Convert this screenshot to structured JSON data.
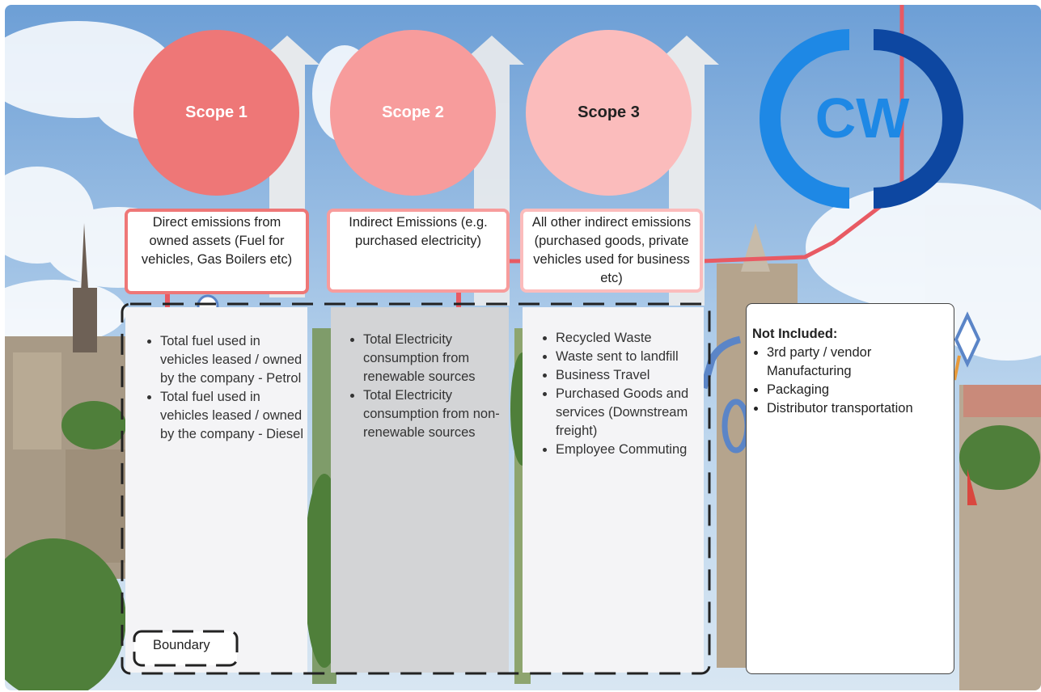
{
  "scopes": [
    {
      "title": "Scope 1",
      "description": "Direct emissions from owned assets (Fuel for vehicles, Gas Boilers etc)",
      "items": [
        "Total fuel used in vehicles leased / owned by the company - Petrol",
        "Total fuel used in vehicles leased / owned by the company - Diesel"
      ],
      "circle_color": "#ee7777",
      "title_color": "#ffffff"
    },
    {
      "title": "Scope 2",
      "description": "Indirect Emissions (e.g. purchased electricity)",
      "items": [
        "Total Electricity consumption from renewable sources",
        "Total Electricity consumption from non-renewable sources"
      ],
      "circle_color": "#f79c9c",
      "title_color": "#ffffff"
    },
    {
      "title": "Scope 3",
      "description": "All other indirect emissions (purchased goods, private vehicles used for business etc)",
      "items": [
        "Recycled Waste",
        "Waste sent to landfill",
        "Business Travel",
        "Purchased Goods and services (Downstream freight)",
        "Employee Commuting"
      ],
      "circle_color": "#fbbcbc",
      "title_color": "#222222"
    }
  ],
  "not_included": {
    "heading": "Not Included:",
    "items": [
      "3rd party / vendor Manufacturing",
      "Packaging",
      "Distributor transportation"
    ]
  },
  "boundary_label": "Boundary",
  "logo": {
    "text": "CW",
    "colors": {
      "light": "#1e88e5",
      "dark": "#0d47a1"
    }
  },
  "colors": {
    "accent_red": "#e85a63",
    "sky": "#9bc3e6",
    "panel_light": "#f4f4f6",
    "panel_grey": "#d3d4d6",
    "arrow": "#e6e9ec"
  }
}
